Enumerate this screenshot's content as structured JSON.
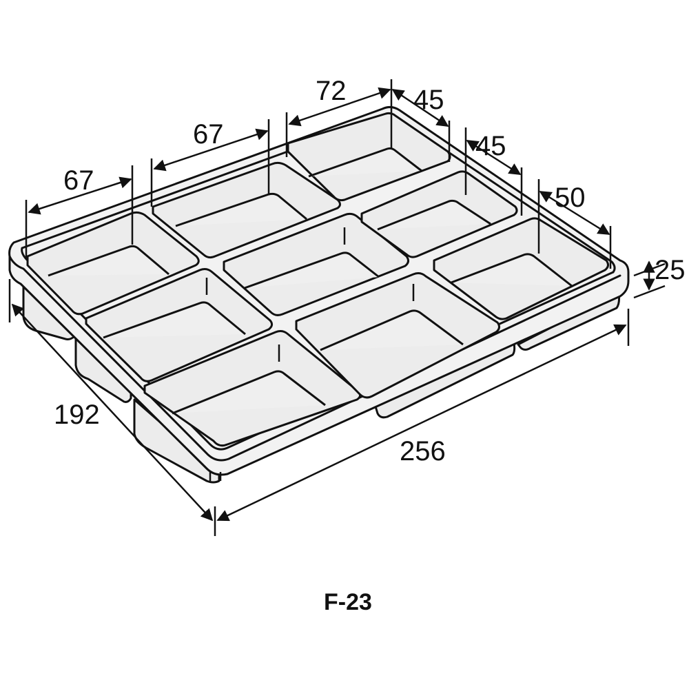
{
  "figure": {
    "caption": "F-23",
    "subject": "9-compartment tray, isometric view"
  },
  "dimensions": {
    "back_cell_1": "67",
    "back_cell_2": "67",
    "back_cell_3": "72",
    "side_cell_1": "45",
    "side_cell_2": "45",
    "side_cell_3": "50",
    "height": "25",
    "depth": "192",
    "width": "256"
  },
  "colors": {
    "line": "#111111",
    "fill": "#ececec",
    "background": "#ffffff"
  }
}
